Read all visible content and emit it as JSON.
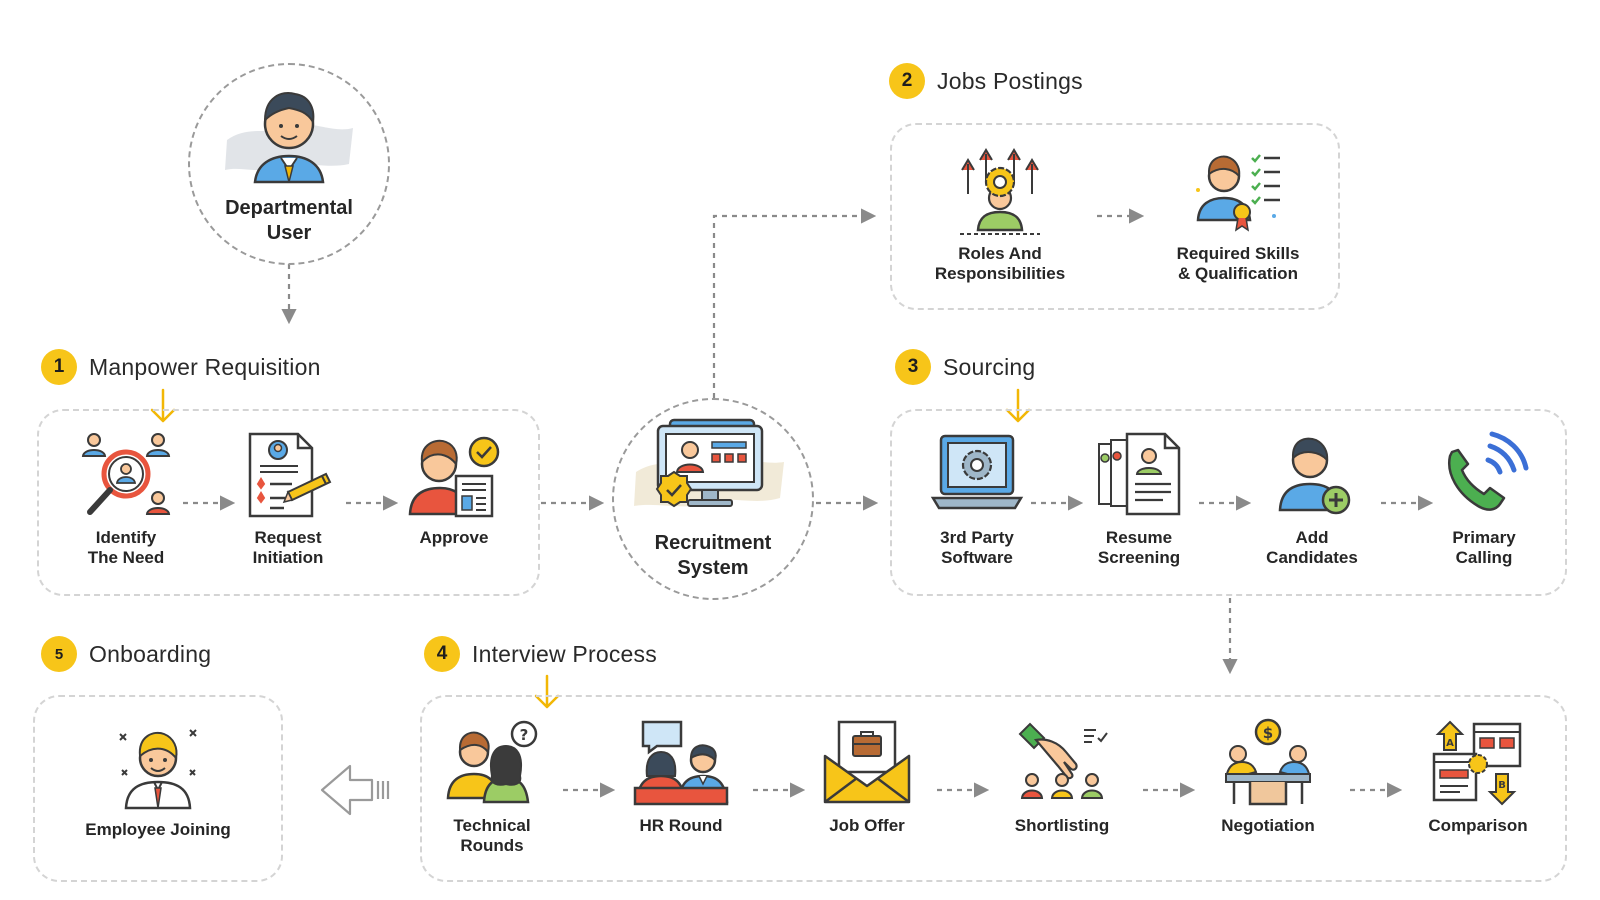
{
  "departmental_user": {
    "label_line1": "Departmental",
    "label_line2": "User"
  },
  "recruitment_system": {
    "label_line1": "Recruitment",
    "label_line2": "System"
  },
  "sections": {
    "manpower": {
      "number": "1",
      "title": "Manpower Requisition",
      "items": [
        {
          "line1": "Identify",
          "line2": "The Need",
          "icon": "search-people-icon"
        },
        {
          "line1": "Request",
          "line2": "Initiation",
          "icon": "request-form-icon"
        },
        {
          "line1": "Approve",
          "line2": "",
          "icon": "approve-person-icon"
        }
      ]
    },
    "jobs": {
      "number": "2",
      "title": "Jobs Postings",
      "items": [
        {
          "line1": "Roles And",
          "line2": "Responsibilities",
          "icon": "roles-gear-icon"
        },
        {
          "line1": "Required Skills",
          "line2": "& Qualification",
          "icon": "skills-checklist-icon"
        }
      ]
    },
    "sourcing": {
      "number": "3",
      "title": "Sourcing",
      "items": [
        {
          "line1": "3rd Party",
          "line2": "Software",
          "icon": "laptop-gear-icon"
        },
        {
          "line1": "Resume",
          "line2": "Screening",
          "icon": "resume-icon"
        },
        {
          "line1": "Add",
          "line2": "Candidates",
          "icon": "add-candidate-icon"
        },
        {
          "line1": "Primary",
          "line2": "Calling",
          "icon": "phone-call-icon"
        }
      ]
    },
    "interview": {
      "number": "4",
      "title": "Interview Process",
      "items": [
        {
          "line1": "Technical",
          "line2": "Rounds",
          "icon": "technical-round-icon"
        },
        {
          "line1": "HR Round",
          "line2": "",
          "icon": "hr-round-icon"
        },
        {
          "line1": "Job Offer",
          "line2": "",
          "icon": "job-offer-envelope-icon"
        },
        {
          "line1": "Shortlisting",
          "line2": "",
          "icon": "shortlisting-hand-icon"
        },
        {
          "line1": "Negotiation",
          "line2": "",
          "icon": "negotiation-icon"
        },
        {
          "line1": "Comparison",
          "line2": "",
          "icon": "comparison-icon"
        }
      ]
    },
    "onboarding": {
      "number": "5",
      "title": "Onboarding",
      "items": [
        {
          "line1": "Employee Joining",
          "line2": "",
          "icon": "employee-joining-icon"
        }
      ]
    }
  },
  "colors": {
    "accent_yellow": "#f7c519",
    "arrow_gray": "#8a8a8a",
    "box_border": "#d4d4d4",
    "skin": "#f9c89b",
    "blue": "#5aa9e6",
    "orange_red": "#e8553e",
    "outline": "#3a3a3a"
  }
}
